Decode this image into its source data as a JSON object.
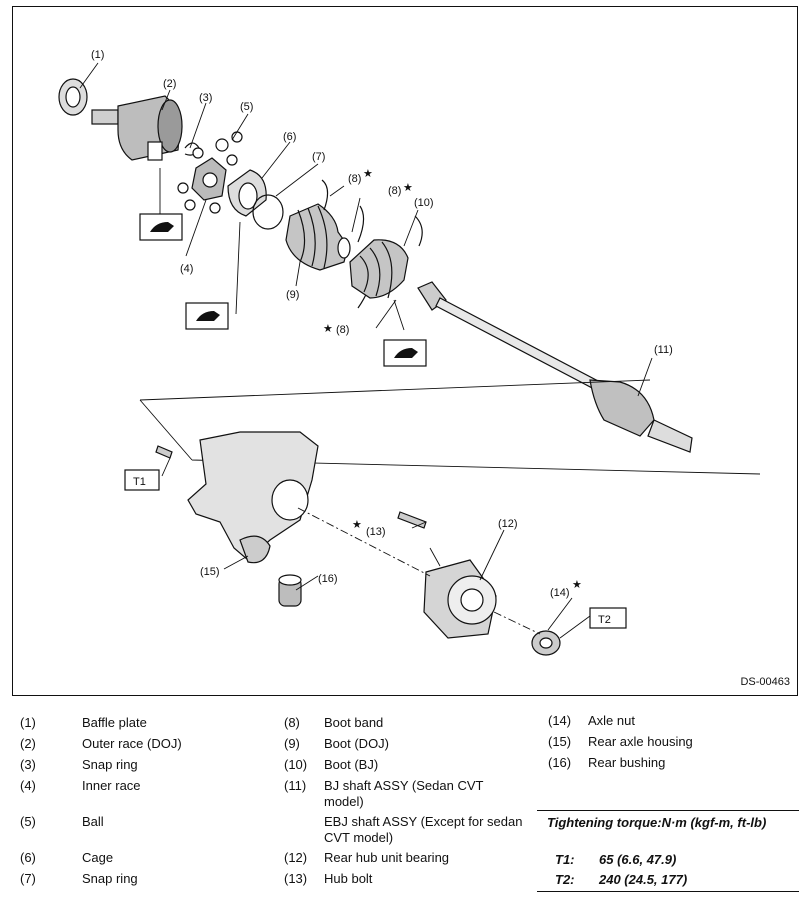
{
  "diagram": {
    "code": "DS-00463",
    "callouts": [
      {
        "id": "c1",
        "text": "(1)"
      },
      {
        "id": "c2",
        "text": "(2)"
      },
      {
        "id": "c3",
        "text": "(3)"
      },
      {
        "id": "c4",
        "text": "(4)"
      },
      {
        "id": "c5",
        "text": "(5)"
      },
      {
        "id": "c6",
        "text": "(6)"
      },
      {
        "id": "c7",
        "text": "(7)"
      },
      {
        "id": "c8a",
        "text": "(8)"
      },
      {
        "id": "c8b",
        "text": "(8)"
      },
      {
        "id": "c8c",
        "text": "(8)"
      },
      {
        "id": "c9",
        "text": "(9)"
      },
      {
        "id": "c10",
        "text": "(10)"
      },
      {
        "id": "c11",
        "text": "(11)"
      },
      {
        "id": "c12",
        "text": "(12)"
      },
      {
        "id": "c13",
        "text": "(13)"
      },
      {
        "id": "c14",
        "text": "(14)"
      },
      {
        "id": "c15",
        "text": "(15)"
      },
      {
        "id": "c16",
        "text": "(16)"
      }
    ],
    "torque_tags": {
      "t1": "T1",
      "t2": "T2"
    },
    "star": "★"
  },
  "legend": {
    "col1": [
      {
        "num": "(1)",
        "text": "Baffle plate"
      },
      {
        "num": "(2)",
        "text": "Outer race (DOJ)"
      },
      {
        "num": "(3)",
        "text": "Snap ring"
      },
      {
        "num": "(4)",
        "text": "Inner race"
      },
      {
        "num": "(5)",
        "text": "Ball"
      },
      {
        "num": "(6)",
        "text": "Cage"
      },
      {
        "num": "(7)",
        "text": "Snap ring"
      }
    ],
    "col2": [
      {
        "num": "(8)",
        "text": "Boot band"
      },
      {
        "num": "(9)",
        "text": "Boot (DOJ)"
      },
      {
        "num": "(10)",
        "text": "Boot (BJ)"
      },
      {
        "num": "(11)",
        "text": "BJ shaft ASSY (Sedan CVT model)"
      },
      {
        "num": "",
        "text": "EBJ shaft ASSY (Except for sedan CVT model)"
      },
      {
        "num": "(12)",
        "text": "Rear hub unit bearing"
      },
      {
        "num": "(13)",
        "text": "Hub bolt"
      }
    ],
    "col3": [
      {
        "num": "(14)",
        "text": "Axle nut"
      },
      {
        "num": "(15)",
        "text": "Rear axle housing"
      },
      {
        "num": "(16)",
        "text": "Rear bushing"
      }
    ]
  },
  "torque": {
    "heading": "Tightening torque:N·m (kgf-m, ft-lb)",
    "rows": [
      {
        "key": "T1:",
        "value": "65 (6.6, 47.9)"
      },
      {
        "key": "T2:",
        "value": "240 (24.5, 177)"
      }
    ]
  }
}
